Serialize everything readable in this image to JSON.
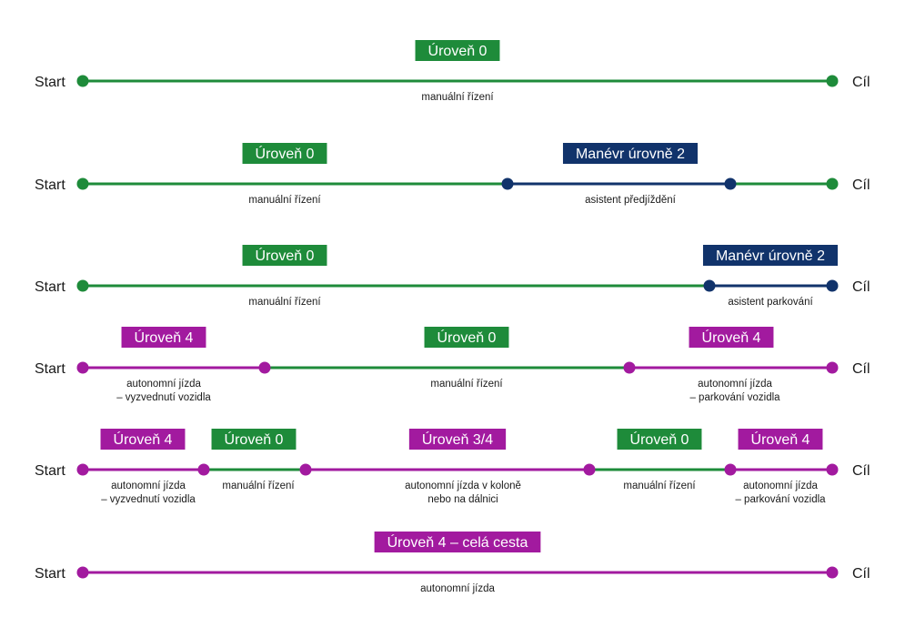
{
  "colors": {
    "green": "#1e8b3a",
    "navy": "#11336b",
    "purple": "#a21a9f",
    "text": "#1a1a1a"
  },
  "rows": [
    {
      "start": "Start",
      "end": "Cíl",
      "segments": [
        {
          "color": "green",
          "badge": "Úroveň 0",
          "desc": [
            "manuální řízení"
          ]
        }
      ]
    },
    {
      "start": "Start",
      "end": "Cíl",
      "segments": [
        {
          "color": "green",
          "badge": "Úroveň 0",
          "desc": [
            "manuální řízení"
          ]
        },
        {
          "color": "navy",
          "badge": "Manévr úrovně 2",
          "desc": [
            "asistent předjíždění"
          ]
        },
        {
          "color": "green",
          "badge": "",
          "desc": []
        }
      ]
    },
    {
      "start": "Start",
      "end": "Cíl",
      "segments": [
        {
          "color": "green",
          "badge": "Úroveň 0",
          "desc": [
            "manuální řízení"
          ]
        },
        {
          "color": "navy",
          "badge": "Manévr úrovně 2",
          "desc": [
            "asistent parkování"
          ]
        }
      ]
    },
    {
      "start": "Start",
      "end": "Cíl",
      "segments": [
        {
          "color": "purple",
          "badge": "Úroveň 4",
          "desc": [
            "autonomní jízda",
            "– vyzvednutí vozidla"
          ]
        },
        {
          "color": "green",
          "badge": "Úroveň 0",
          "desc": [
            "manuální řízení"
          ]
        },
        {
          "color": "purple",
          "badge": "Úroveň 4",
          "desc": [
            "autonomní jízda",
            "– parkování vozidla"
          ]
        }
      ]
    },
    {
      "start": "Start",
      "end": "Cíl",
      "segments": [
        {
          "color": "purple",
          "badge": "Úroveň 4",
          "desc": [
            "autonomní jízda",
            "– vyzvednutí vozidla"
          ]
        },
        {
          "color": "green",
          "badge": "Úroveň 0",
          "desc": [
            "manuální řízení"
          ]
        },
        {
          "color": "purple",
          "badge": "Úroveň 3/4",
          "desc": [
            "autonomní jízda v koloně",
            "nebo na dálnici"
          ]
        },
        {
          "color": "green",
          "badge": "Úroveň 0",
          "desc": [
            "manuální řízení"
          ]
        },
        {
          "color": "purple",
          "badge": "Úroveň 4",
          "desc": [
            "autonomní jízda",
            "– parkování vozidla"
          ]
        }
      ]
    },
    {
      "start": "Start",
      "end": "Cíl",
      "segments": [
        {
          "color": "purple",
          "badge": "Úroveň 4 – celá cesta",
          "desc": [
            "autonomní jízda"
          ]
        }
      ]
    }
  ]
}
